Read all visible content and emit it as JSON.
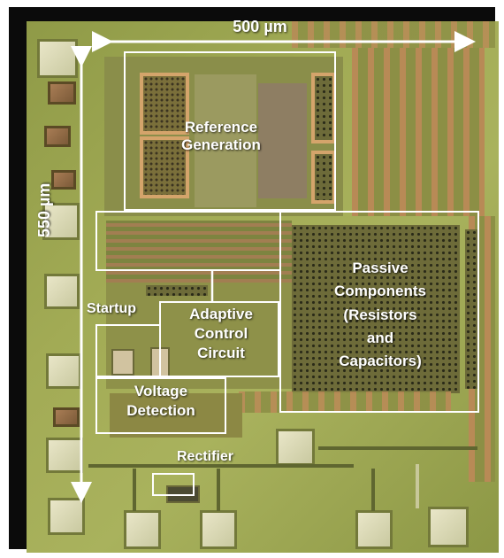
{
  "image": {
    "subject": "integrated circuit die micrograph",
    "colors": {
      "annotation": "#ffffff",
      "frame": "#0b0b0b",
      "die": "#a2ab55"
    }
  },
  "dimensions": {
    "width_label": "500 µm",
    "height_label": "550 µm"
  },
  "blocks": {
    "reference": "Reference\nGeneration",
    "passive": "Passive\nComponents\n(Resistors\nand\nCapacitors)",
    "startup": "Startup",
    "adaptive": "Adaptive\nControl\nCircuit",
    "voltage": "Voltage\nDetection",
    "rectifier": "Rectifier"
  }
}
